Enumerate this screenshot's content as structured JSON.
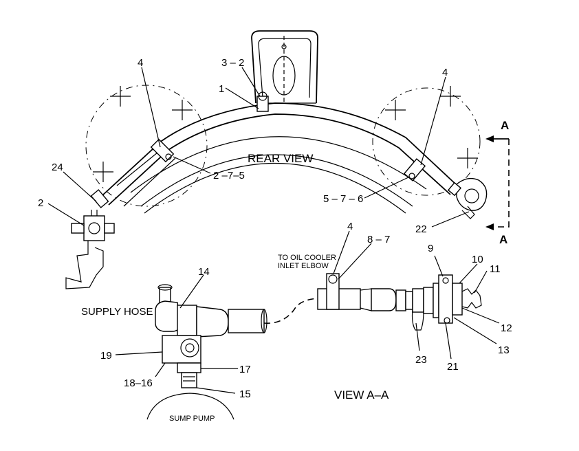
{
  "view_labels": {
    "rear_view": "REAR VIEW",
    "view_aa": "VIEW A–A",
    "supply_hose": "SUPPLY HOSE",
    "sump_pump": "SUMP PUMP",
    "oil_cooler_line1": "TO OIL COOLER",
    "oil_cooler_line2": "INLET ELBOW",
    "section_a_top": "A",
    "section_a_bottom": "A"
  },
  "callouts": {
    "c_3_2": "3 – 2",
    "c_1": "1",
    "c_4_left": "4",
    "c_4_right": "4",
    "c_24": "24",
    "c_2": "2",
    "c_2_7_5": "2  –7–5",
    "c_5_7_6": "5 – 7 – 6",
    "c_22": "22",
    "c_4_lower": "4",
    "c_8_7": "8 – 7",
    "c_9": "9",
    "c_10": "10",
    "c_11": "11",
    "c_12": "12",
    "c_13": "13",
    "c_21": "21",
    "c_23": "23",
    "c_14": "14",
    "c_19": "19",
    "c_17": "17",
    "c_18_16": "18–16",
    "c_15": "15"
  }
}
